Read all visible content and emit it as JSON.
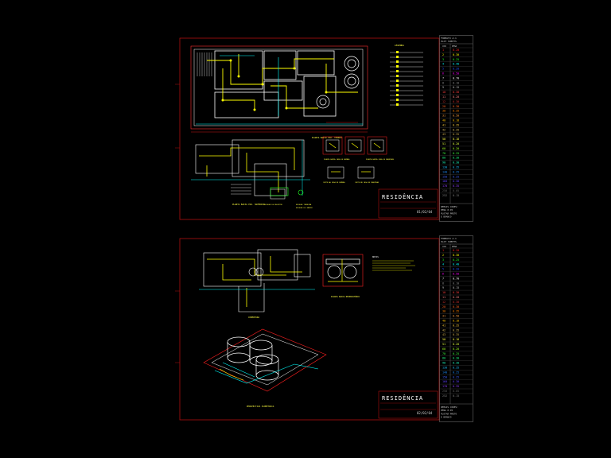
{
  "sheets": [
    {
      "id": "sheet-1",
      "legend_title": "LEGENDA",
      "titles": {
        "plan_top": "PLANTA BAIXA PAV. TERREO",
        "plan_upper": "PLANTA BAIXA PAV. SUPERIOR",
        "detail_a": "PLANTA BAIXA CASA DE BOMBAS",
        "detail_b": "PLANTA BAIXA CASA DE MAQUINAS",
        "detail_c": "CORTE AA CASA DE BOMBAS",
        "detail_d": "CORTE BB CASA DE MAQUINAS",
        "detail_e": "DETALHE DO REGISTRO",
        "detail_f": "DETALHE TORNEIRA",
        "detail_g": "DETALHE DE JARDIM"
      },
      "stamp_title": "RESIDÊNCIA",
      "stamp_number": "01/02/04"
    },
    {
      "id": "sheet-2",
      "legend_title": "NOTAS",
      "titles": {
        "roof_plan": "COBERTURA",
        "tank_plan": "PLANTA BAIXA RESERVATÓRIO",
        "iso": "PERSPECTIVA ISOMETRICA"
      },
      "stamp_title": "RESIDÊNCIA",
      "stamp_number": "02/02/04"
    }
  ],
  "pen_table": {
    "header_1": "FORMATO A-1",
    "header_2": "PLOT SHEETS",
    "col_cor": "COR",
    "col_pena": "PENA",
    "rows": [
      {
        "cor": "1",
        "pena": "0.20",
        "color": "#ff2020"
      },
      {
        "cor": "2",
        "pena": "0.30",
        "color": "#ffff00"
      },
      {
        "cor": "3",
        "pena": "0.25",
        "color": "#20ff20"
      },
      {
        "cor": "4",
        "pena": "0.40",
        "color": "#00ffff"
      },
      {
        "cor": "5",
        "pena": "0.20",
        "color": "#2050ff"
      },
      {
        "cor": "6",
        "pena": "0.50",
        "color": "#ff00ff"
      },
      {
        "cor": "7",
        "pena": "0.70",
        "color": "#ffffff"
      },
      {
        "cor": "8",
        "pena": "0.10",
        "color": "#909090"
      },
      {
        "cor": "9",
        "pena": "0.15",
        "color": "#c0c0c0"
      },
      {
        "cor": "10",
        "pena": "0.30",
        "color": "#ff4040"
      },
      {
        "cor": "11",
        "pena": "0.20",
        "color": "#ff8080"
      },
      {
        "cor": "12",
        "pena": "0.30",
        "color": "#cc3030"
      },
      {
        "cor": "20",
        "pena": "0.30",
        "color": "#ff6020"
      },
      {
        "cor": "30",
        "pena": "0.35",
        "color": "#ff8000"
      },
      {
        "cor": "31",
        "pena": "0.50",
        "color": "#ffa040"
      },
      {
        "cor": "40",
        "pena": "0.18",
        "color": "#ffc000"
      },
      {
        "cor": "41",
        "pena": "0.35",
        "color": "#ffd040"
      },
      {
        "cor": "42",
        "pena": "0.35",
        "color": "#e0c060"
      },
      {
        "cor": "43",
        "pena": "0.35",
        "color": "#d0b050"
      },
      {
        "cor": "50",
        "pena": "0.18",
        "color": "#ffff40"
      },
      {
        "cor": "51",
        "pena": "0.20",
        "color": "#e0ff40"
      },
      {
        "cor": "60",
        "pena": "0.20",
        "color": "#a0ff20"
      },
      {
        "cor": "70",
        "pena": "0.25",
        "color": "#40ff40"
      },
      {
        "cor": "80",
        "pena": "0.30",
        "color": "#20ff80"
      },
      {
        "cor": "90",
        "pena": "0.30",
        "color": "#20ffc0"
      },
      {
        "cor": "130",
        "pena": "0.35",
        "color": "#20c0ff"
      },
      {
        "cor": "140",
        "pena": "0.25",
        "color": "#2090ff"
      },
      {
        "cor": "150",
        "pena": "0.25",
        "color": "#4060ff"
      },
      {
        "cor": "160",
        "pena": "0.30",
        "color": "#6040ff"
      },
      {
        "cor": "170",
        "pena": "0.35",
        "color": "#9040ff"
      },
      {
        "cor": "250",
        "pena": "0.05",
        "color": "#606060"
      },
      {
        "cor": "252",
        "pena": "0.15",
        "color": "#808080"
      }
    ],
    "note_lines": [
      "DEMAIS CORES:",
      "PENA 0.05",
      "PLOTAR PRETO",
      "E BRANCO"
    ]
  },
  "colors": {
    "frame": "#c01010",
    "lineA": "#ffff00",
    "lineB": "#00ffff",
    "lineC": "#ffffff",
    "lineD": "#ff2020",
    "lineE": "#20ff20"
  }
}
